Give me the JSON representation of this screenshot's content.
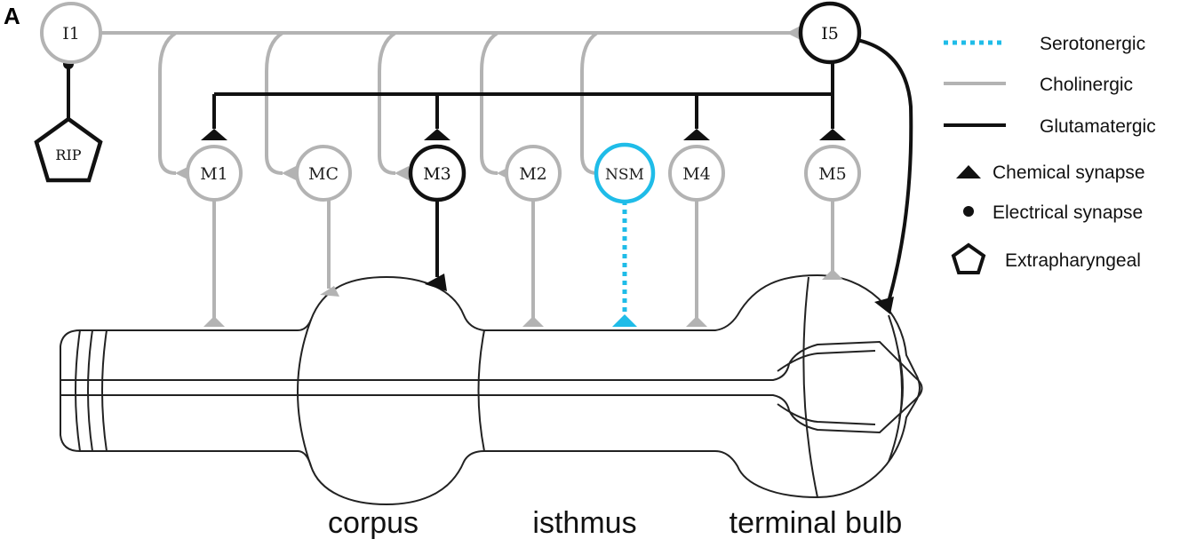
{
  "panel_label": "A",
  "colors": {
    "serotonergic": "#1fbce8",
    "cholinergic": "#b3b3b3",
    "glutamatergic": "#111111",
    "outline": "#222222"
  },
  "neurons": {
    "i1": "I1",
    "i5": "I5",
    "rip": "RIP",
    "m1": "M1",
    "mc": "MC",
    "m3": "M3",
    "m2": "M2",
    "nsm": "NSM",
    "m4": "M4",
    "m5": "M5"
  },
  "regions": {
    "corpus": "corpus",
    "isthmus": "isthmus",
    "terminal_bulb": "terminal bulb"
  },
  "legend": {
    "serotonergic": "Serotonergic",
    "cholinergic": "Cholinergic",
    "glutamatergic": "Glutamatergic",
    "chemical_synapse": "Chemical synapse",
    "electrical_synapse": "Electrical synapse",
    "extrapharyngeal": "Extrapharyngeal"
  }
}
